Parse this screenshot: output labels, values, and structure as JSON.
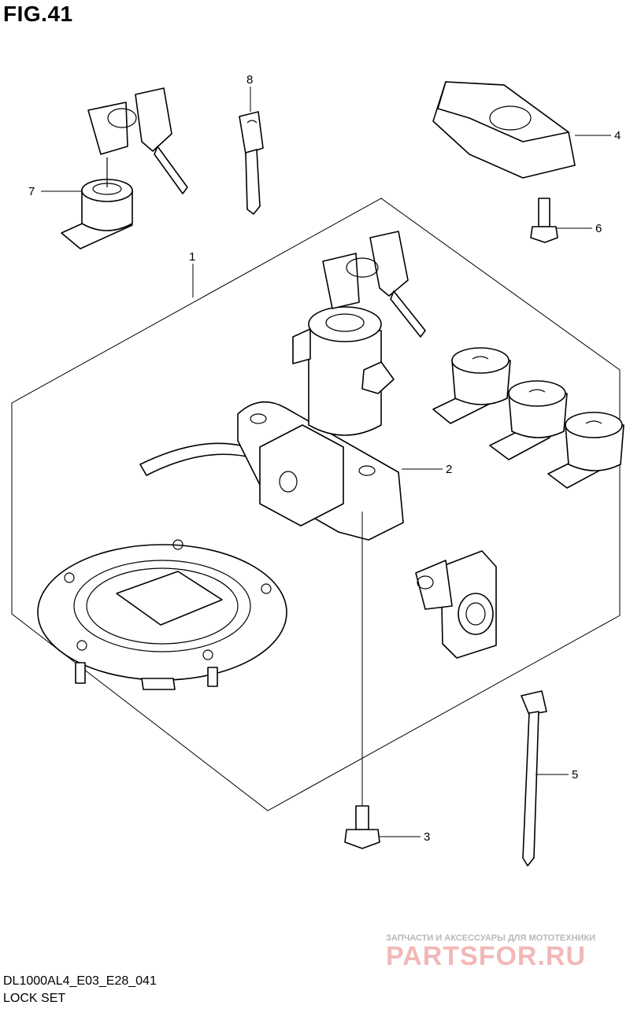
{
  "figure": {
    "title": "FIG.41",
    "code": "DL1000AL4_E03_E28_041",
    "name": "LOCK SET"
  },
  "callouts": {
    "c1": "1",
    "c2": "2",
    "c3": "3",
    "c4": "4",
    "c5": "5",
    "c6": "6",
    "c7": "7",
    "c8": "8"
  },
  "watermark": {
    "tagline": "ЗАПЧАСТИ И АКСЕССУАРЫ ДЛЯ МОТОТЕХНИКИ",
    "logo": "PARTSFOR.RU"
  },
  "parts": [
    {
      "ref": "1",
      "icon": "lock-set-icon"
    },
    {
      "ref": "2",
      "icon": "ignition-switch-icon"
    },
    {
      "ref": "3",
      "icon": "screw-icon"
    },
    {
      "ref": "4",
      "icon": "cover-icon"
    },
    {
      "ref": "5",
      "icon": "cable-tie-icon"
    },
    {
      "ref": "6",
      "icon": "bolt-icon"
    },
    {
      "ref": "7",
      "icon": "lock-cylinder-icon"
    },
    {
      "ref": "8",
      "icon": "key-blank-icon"
    }
  ]
}
